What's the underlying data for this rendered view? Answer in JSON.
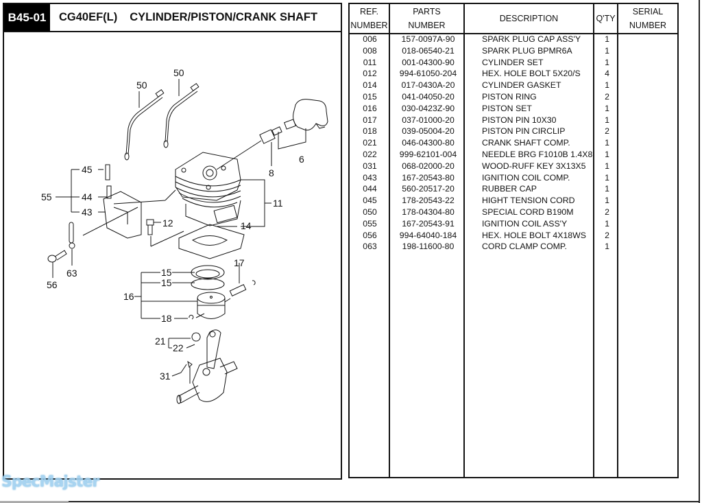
{
  "header": {
    "badge": "B45-01",
    "model": "CG40EF(L)",
    "title": "CYLINDER/PISTON/CRANK SHAFT"
  },
  "table": {
    "columns": [
      {
        "line1": "REF.",
        "line2": "NUMBER"
      },
      {
        "line1": "PARTS",
        "line2": "NUMBER"
      },
      {
        "line1": "DESCRIPTION",
        "line2": ""
      },
      {
        "line1": "Q'TY",
        "line2": ""
      },
      {
        "line1": "SERIAL",
        "line2": "NUMBER"
      }
    ],
    "rows": [
      {
        "ref": "006",
        "part": "157-0097A-90",
        "desc": "SPARK PLUG CAP ASS'Y",
        "qty": "1",
        "serial": ""
      },
      {
        "ref": "008",
        "part": "018-06540-21",
        "desc": "SPARK PLUG BPMR6A",
        "qty": "1",
        "serial": ""
      },
      {
        "ref": "011",
        "part": "001-04300-90",
        "desc": "CYLINDER SET",
        "qty": "1",
        "serial": ""
      },
      {
        "ref": "012",
        "part": "994-61050-204",
        "desc": "HEX. HOLE BOLT 5X20/S",
        "qty": "4",
        "serial": ""
      },
      {
        "ref": "014",
        "part": "017-0430A-20",
        "desc": "CYLINDER GASKET",
        "qty": "1",
        "serial": ""
      },
      {
        "ref": "015",
        "part": "041-04050-20",
        "desc": "PISTON RING",
        "qty": "2",
        "serial": ""
      },
      {
        "ref": "016",
        "part": "030-0423Z-90",
        "desc": "PISTON SET",
        "qty": "1",
        "serial": ""
      },
      {
        "ref": "017",
        "part": "037-01000-20",
        "desc": "PISTON PIN 10X30",
        "qty": "1",
        "serial": ""
      },
      {
        "ref": "018",
        "part": "039-05004-20",
        "desc": "PISTON PIN CIRCLIP",
        "qty": "2",
        "serial": ""
      },
      {
        "ref": "021",
        "part": "046-04300-80",
        "desc": "CRANK SHAFT COMP.",
        "qty": "1",
        "serial": ""
      },
      {
        "ref": "022",
        "part": "999-62101-004",
        "desc": "NEEDLE BRG F1010B 1.4X8",
        "qty": "1",
        "serial": ""
      },
      {
        "ref": "031",
        "part": "068-02000-20",
        "desc": "WOOD-RUFF KEY 3X13X5",
        "qty": "1",
        "serial": ""
      },
      {
        "ref": "043",
        "part": "167-20543-80",
        "desc": "IGNITION COIL COMP.",
        "qty": "1",
        "serial": ""
      },
      {
        "ref": "044",
        "part": "560-20517-20",
        "desc": "RUBBER CAP",
        "qty": "1",
        "serial": ""
      },
      {
        "ref": "045",
        "part": "178-20543-22",
        "desc": "HIGHT TENSION CORD",
        "qty": "1",
        "serial": ""
      },
      {
        "ref": "050",
        "part": "178-04304-80",
        "desc": "SPECIAL CORD  B190M",
        "qty": "2",
        "serial": ""
      },
      {
        "ref": "055",
        "part": "167-20543-91",
        "desc": "IGNITION COIL ASS'Y",
        "qty": "1",
        "serial": ""
      },
      {
        "ref": "056",
        "part": "994-64040-184",
        "desc": "HEX. HOLE BOLT 4X18WS",
        "qty": "2",
        "serial": ""
      },
      {
        "ref": "063",
        "part": "198-11600-80",
        "desc": "CORD CLAMP COMP.",
        "qty": "1",
        "serial": ""
      }
    ]
  },
  "diagram": {
    "callouts": [
      "50",
      "50",
      "6",
      "8",
      "11",
      "12",
      "14",
      "45",
      "44",
      "43",
      "55",
      "63",
      "56",
      "15",
      "15",
      "16",
      "17",
      "18",
      "21",
      "22",
      "31"
    ]
  },
  "watermark": "SpecMajster",
  "colors": {
    "badge_bg": "#000000",
    "line": "#111111",
    "watermark": "#9fd0f0"
  }
}
